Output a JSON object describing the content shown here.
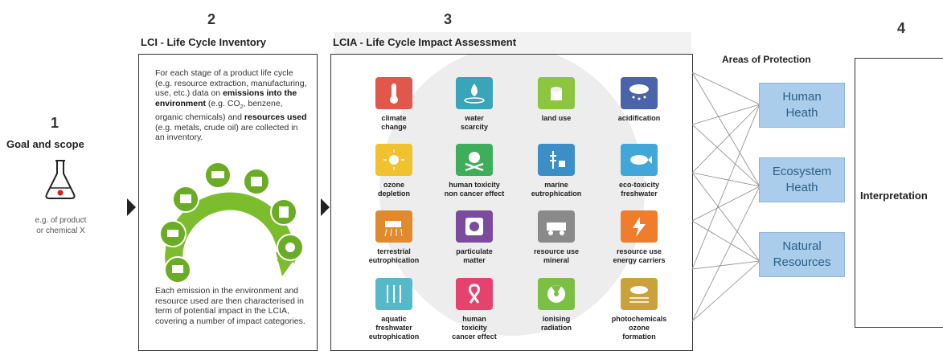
{
  "step1": {
    "number": "1",
    "title": "Goal and scope",
    "caption": "e.g. of product\nor chemical X"
  },
  "step2": {
    "number": "2",
    "title": "LCI - Life Cycle Inventory",
    "text_top_1": "For each stage of a product life cycle (e.g. resource extraction, manufacturing, use, etc.) data on ",
    "text_top_bold1": "emissions into the environment",
    "text_top_2": " (e.g. CO",
    "text_top_sub": "2",
    "text_top_3": ", benzene, organic chemicals) and ",
    "text_top_bold2": "resources used",
    "text_top_4": " (e.g. metals, crude oil) are collected in an inventory.",
    "text_bottom": "Each emission in the environment and resource used are then characterised in term of potential impact in the LCIA, covering a number of impact categories."
  },
  "step3": {
    "number": "3",
    "title": "LCIA - Life Cycle Impact Assessment",
    "categories": [
      {
        "label": "climate\nchange",
        "color": "#e2574c",
        "icon": "thermometer-icon"
      },
      {
        "label": "water\nscarcity",
        "color": "#3aa5b8",
        "icon": "water-drop-icon"
      },
      {
        "label": "land use",
        "color": "#8cc63f",
        "icon": "tree-stump-icon"
      },
      {
        "label": "acidification",
        "color": "#4b63a8",
        "icon": "acid-rain-icon"
      },
      {
        "label": "ozone\ndepletion",
        "color": "#f2c12e",
        "icon": "sun-icon"
      },
      {
        "label": "human toxicity\nnon cancer effect",
        "color": "#3fae5a",
        "icon": "skull-icon"
      },
      {
        "label": "marine\neutrophication",
        "color": "#3b8fc6",
        "icon": "marine-plant-icon"
      },
      {
        "label": "eco-toxicity\nfreshwater",
        "color": "#41a7d8",
        "icon": "fish-icon"
      },
      {
        "label": "terrestrial\neutrophication",
        "color": "#e08a2e",
        "icon": "tractor-spray-icon"
      },
      {
        "label": "particulate\nmatter",
        "color": "#7b4c9e",
        "icon": "particle-icon"
      },
      {
        "label": "resource use\nmineral",
        "color": "#8a8a8a",
        "icon": "mine-truck-icon"
      },
      {
        "label": "resource use\nenergy carriers",
        "color": "#ef7d2c",
        "icon": "energy-icon"
      },
      {
        "label": "aquatic\nfreshwater\neutrophication",
        "color": "#56b9c9",
        "icon": "algae-icon"
      },
      {
        "label": "human\ntoxicity\ncancer effect",
        "color": "#e5426d",
        "icon": "ribbon-icon"
      },
      {
        "label": "ionising\nradiation",
        "color": "#7bbf45",
        "icon": "radiation-icon"
      },
      {
        "label": "photochemicals\nozone\nformation",
        "color": "#c9a23c",
        "icon": "smog-icon"
      }
    ]
  },
  "areas_of_protection": {
    "title": "Areas of Protection",
    "items": [
      "Human\nHeath",
      "Ecosystem\nHeath",
      "Natural\nResources"
    ]
  },
  "step4": {
    "number": "4",
    "title": "Interpretation"
  },
  "colors": {
    "accent_green": "#7cbd2e",
    "aop_fill": "#a9cdea",
    "aop_text": "#2e5e86"
  }
}
